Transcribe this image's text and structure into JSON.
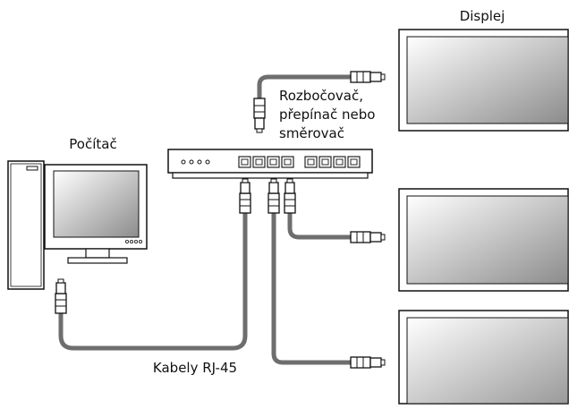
{
  "labels": {
    "displays": "Displej",
    "computer": "Počítač",
    "switch_line1": "Rozbočovač,",
    "switch_line2": "přepínač nebo",
    "switch_line3": "směrovač",
    "cables": "Kabely RJ-45"
  },
  "icons": {
    "computer": "desktop-computer-icon",
    "display": "flat-panel-display-icon",
    "switch": "network-switch-icon",
    "connector": "rj45-plug-icon"
  },
  "colors": {
    "line": "#111111",
    "cable": "#6e6e6e",
    "screen_light": "#ffffff",
    "screen_dark": "#8c8c8c"
  }
}
